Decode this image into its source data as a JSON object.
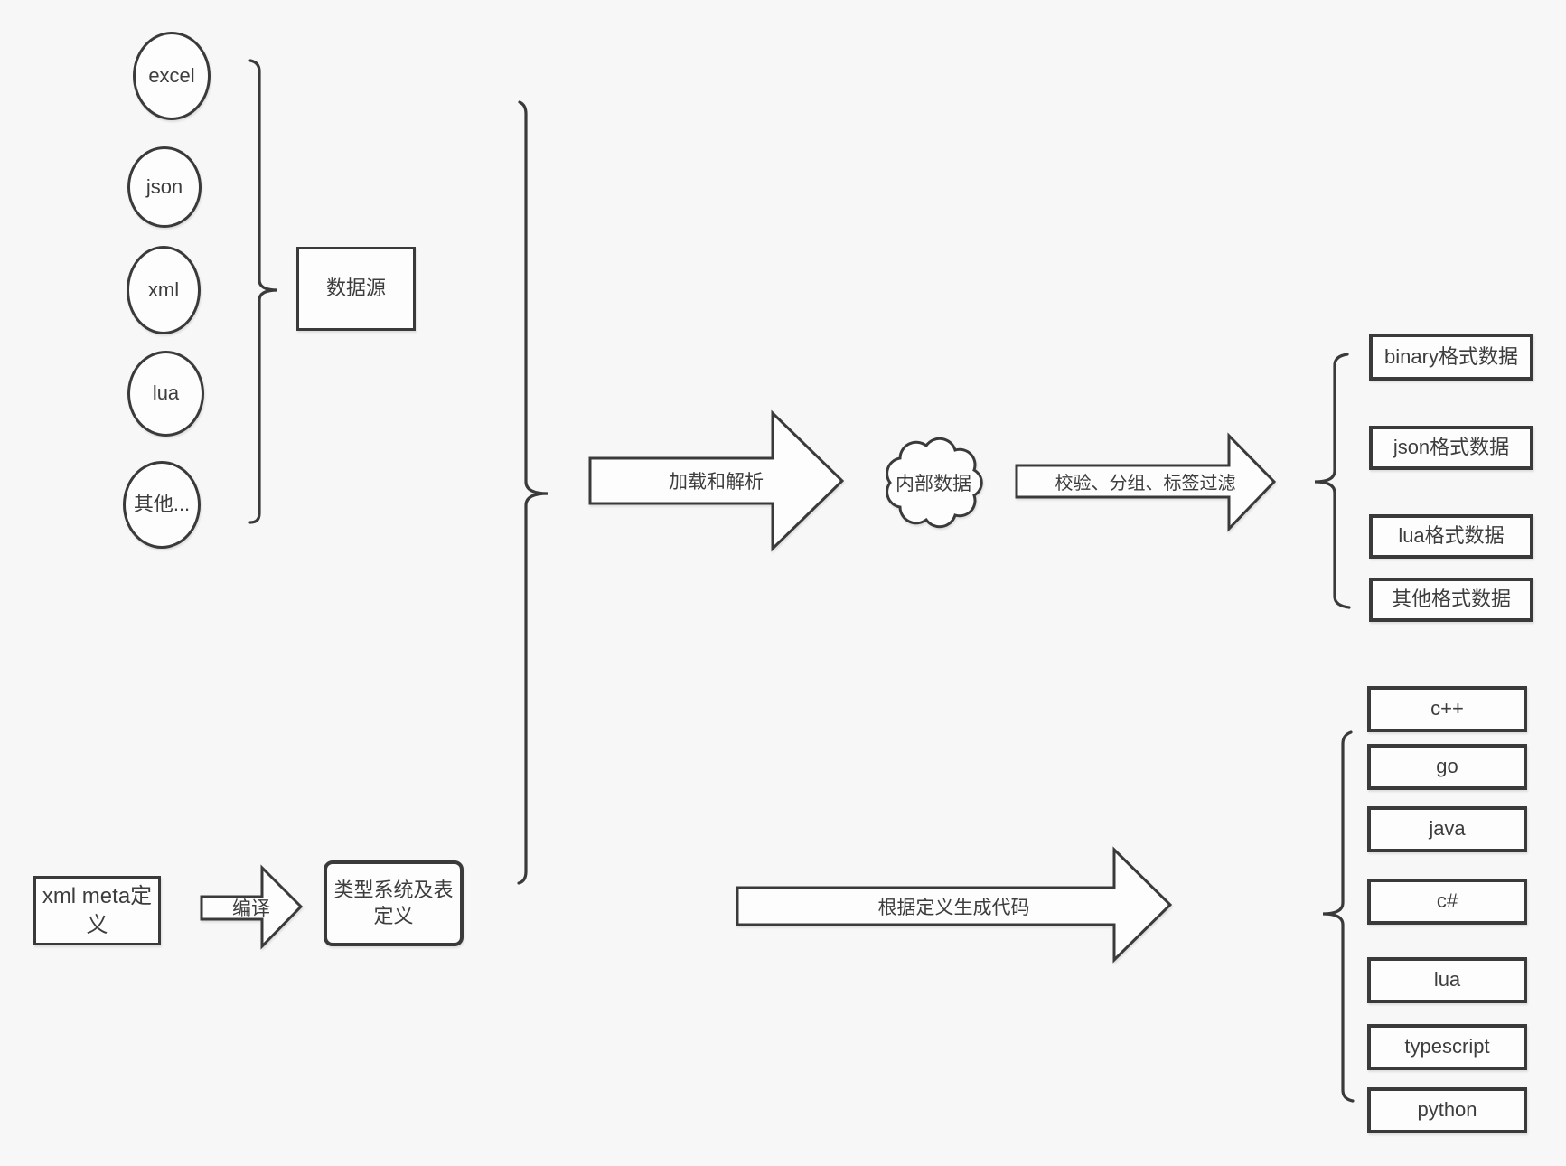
{
  "palette": {
    "background": "#f7f7f7",
    "stroke": "#3a3a3a",
    "shape_fill": "#fdfdfd",
    "text": "#3d3d3d"
  },
  "sources": {
    "nodes": [
      "excel",
      "json",
      "xml",
      "lua",
      "其他..."
    ],
    "group_box": "数据源"
  },
  "data_flow": {
    "load_arrow_label": "加载和解析",
    "cloud_label": "内部数据",
    "filter_arrow_label": "校验、分组、标签过滤",
    "format_boxes": [
      "binary格式数据",
      "json格式数据",
      "lua格式数据",
      "其他格式数据"
    ]
  },
  "codegen_flow": {
    "meta_box": "xml meta定义",
    "compile_arrow_label": "编译",
    "type_system_box": "类型系统及表定义",
    "generate_arrow_label": "根据定义生成代码",
    "language_boxes": [
      "c++",
      "go",
      "java",
      "c#",
      "lua",
      "typescript",
      "python"
    ]
  }
}
